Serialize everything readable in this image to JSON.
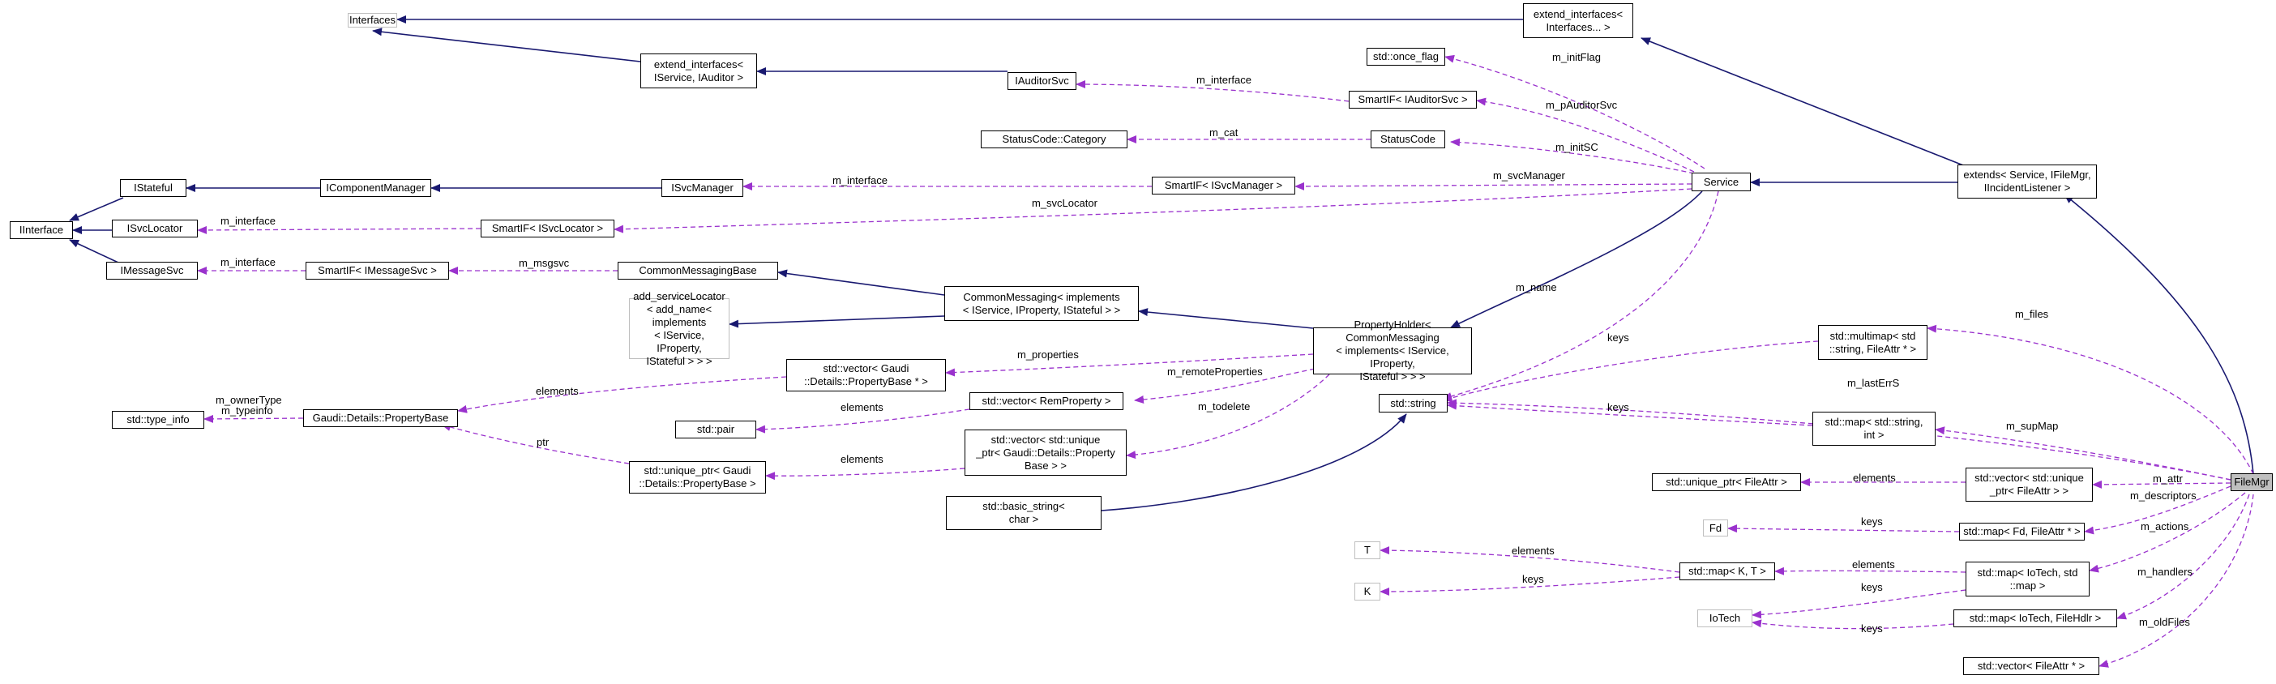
{
  "diagram": {
    "nodes": {
      "interfaces": "Interfaces",
      "extend_interfaces_var": "extend_interfaces<\nInterfaces... >",
      "extend_interfaces_2": "extend_interfaces<\nIService, IAuditor >",
      "iauditorsvc": "IAuditorSvc",
      "std_once_flag": "std::once_flag",
      "smartif_iauditorsvc": "SmartIF< IAuditorSvc >",
      "statuscode_category": "StatusCode::Category",
      "statuscode": "StatusCode",
      "istateful": "IStateful",
      "icomponentmanager": "IComponentManager",
      "isvcmanager": "ISvcManager",
      "smartif_isvcmanager": "SmartIF< ISvcManager >",
      "service": "Service",
      "extends_service": "extends< Service, IFileMgr,\nIIncidentListener >",
      "iinterface": "IInterface",
      "isvclocator": "ISvcLocator",
      "smartif_isvclocator": "SmartIF< ISvcLocator >",
      "imessagesvc": "IMessageSvc",
      "smartif_imessagesvc": "SmartIF< IMessageSvc >",
      "commonmessagingbase": "CommonMessagingBase",
      "commonmessaging": "CommonMessaging< implements\n< IService, IProperty, IStateful > >",
      "add_servicelocator": "add_serviceLocator\n< add_name< implements\n< IService, IProperty,\nIStateful > > >",
      "propertyholder": "PropertyHolder< CommonMessaging\n< implements< IService, IProperty,\nIStateful > > >",
      "vector_propertybase": "std::vector< Gaudi\n::Details::PropertyBase * >",
      "std_type_info": "std::type_info",
      "propertybase": "Gaudi::Details::PropertyBase",
      "vector_remproperty": "std::vector< RemProperty >",
      "std_pair": "std::pair",
      "vector_unique_propertybase": "std::vector< std::unique\n_ptr< Gaudi::Details::Property\nBase > >",
      "unique_ptr_propertybase": "std::unique_ptr< Gaudi\n::Details::PropertyBase >",
      "std_string": "std::string",
      "basic_string": "std::basic_string<\nchar >",
      "multimap_fileattr": "std::multimap< std\n::string, FileAttr * >",
      "map_string_int": "std::map< std::string,\nint >",
      "unique_ptr_fileattr": "std::unique_ptr< FileAttr >",
      "vector_unique_fileattr": "std::vector< std::unique\n_ptr< FileAttr > >",
      "fd": "Fd",
      "map_fd_fileattr": "std::map< Fd, FileAttr * >",
      "t": "T",
      "k": "K",
      "map_k_t": "std::map< K, T >",
      "map_iotech_map": "std::map< IoTech, std\n::map >",
      "iotech": "IoTech",
      "map_iotech_filehdlr": "std::map< IoTech, FileHdlr >",
      "vector_fileattr": "std::vector< FileAttr * >",
      "filemgr": "FileMgr"
    },
    "edge_labels": {
      "m_initFlag": "m_initFlag",
      "m_interface_auditor": "m_interface",
      "m_pAuditorSvc": "m_pAuditorSvc",
      "m_cat": "m_cat",
      "m_initSC": "m_initSC",
      "m_interface_svcmgr": "m_interface",
      "m_svcManager": "m_svcManager",
      "m_interface_svcloc": "m_interface",
      "m_svcLocator": "m_svcLocator",
      "m_interface_msgsvc": "m_interface",
      "m_msgsvc": "m_msgsvc",
      "m_name": "m_name",
      "m_files": "m_files",
      "keys_multimap": "keys",
      "m_properties": "m_properties",
      "elements_propbase": "elements",
      "m_ownerType": "m_ownerType",
      "m_typeinfo": "m_typeinfo",
      "m_remoteProperties": "m_remoteProperties",
      "m_lastErrS": "m_lastErrS",
      "elements_pair": "elements",
      "keys_map_string": "keys",
      "m_supMap": "m_supMap",
      "m_todelete": "m_todelete",
      "ptr": "ptr",
      "elements_uniqueprop": "elements",
      "elements_fileattr": "elements",
      "m_attr": "m_attr",
      "m_descriptors": "m_descriptors",
      "keys_fd": "keys",
      "m_actions": "m_actions",
      "elements_t": "elements",
      "elements_kt": "elements",
      "keys_k": "keys",
      "keys_iotech_map": "keys",
      "m_handlers": "m_handlers",
      "keys_iotech_hdlr": "keys",
      "m_oldFiles": "m_oldFiles"
    },
    "colors": {
      "inheritance_edge": "#191970",
      "usage_edge": "#9a32cd",
      "focus_fill": "#bfbfbf",
      "external_border": "#bfbfbf"
    }
  }
}
